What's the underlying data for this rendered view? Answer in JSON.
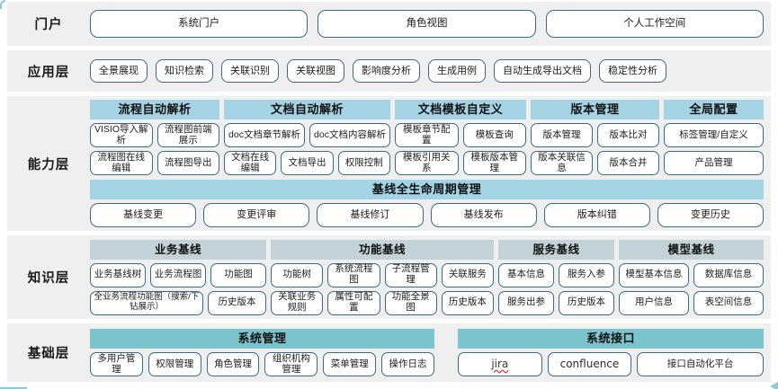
{
  "layers": {
    "portal": {
      "label": "门户",
      "items": [
        "系统门户",
        "角色视图",
        "个人工作空间"
      ]
    },
    "application": {
      "label": "应用层",
      "items": [
        "全景展现",
        "知识检索",
        "关联识别",
        "关联视图",
        "影响度分析",
        "生成用例",
        "自动生成导出文档",
        "稳定性分析"
      ]
    },
    "capability": {
      "label": "能力层",
      "groups": [
        {
          "title": "流程自动解析",
          "rows": [
            [
              "VISIO导入解析",
              "流程图前端展示"
            ],
            [
              "流程图在线编辑",
              "流程图导出"
            ]
          ]
        },
        {
          "title": "文档自动解析",
          "rows": [
            [
              "doc文档章节解析",
              "doc文档内容解析"
            ],
            [
              "文档在线编辑",
              "文档导出",
              "权限控制"
            ]
          ]
        },
        {
          "title": "文档模板自定义",
          "rows": [
            [
              "模板章节配置",
              "模板查询"
            ],
            [
              "模板引用关系",
              "模板版本管理"
            ]
          ]
        },
        {
          "title": "版本管理",
          "rows": [
            [
              "版本管理",
              "版本比对"
            ],
            [
              "版本关联信息",
              "版本合并"
            ]
          ]
        },
        {
          "title": "全局配置",
          "rows": [
            [
              "标签管理/自定义"
            ],
            [
              "产品管理"
            ]
          ]
        }
      ],
      "baseline": {
        "title": "基线全生命周期管理",
        "items": [
          "基线变更",
          "变更评审",
          "基线修订",
          "基线发布",
          "版本纠错",
          "变更历史"
        ]
      }
    },
    "knowledge": {
      "label": "知识层",
      "groups": [
        {
          "title": "业务基线",
          "rows": [
            [
              "业务基线树",
              "业务流程图",
              "功能图"
            ],
            [
              "全业务流程功能图（搜索/下钻展示）",
              "历史版本"
            ]
          ]
        },
        {
          "title": "功能基线",
          "rows": [
            [
              "功能树",
              "系统流程图",
              "子流程管理",
              "关联服务"
            ],
            [
              "关联业务规则",
              "属性可配置",
              "功能全景图",
              "历史版本"
            ]
          ]
        },
        {
          "title": "服务基线",
          "rows": [
            [
              "基本信息",
              "服务入参"
            ],
            [
              "服务出参",
              "历史版本"
            ]
          ]
        },
        {
          "title": "模型基线",
          "rows": [
            [
              "模型基本信息",
              "数据库信息"
            ],
            [
              "用户信息",
              "表空间信息"
            ]
          ]
        }
      ]
    },
    "foundation": {
      "label": "基础层",
      "groups": [
        {
          "title": "系统管理",
          "items": [
            "多用户管理",
            "权限管理",
            "角色管理",
            "组织机构管理",
            "菜单管理",
            "操作日志"
          ]
        },
        {
          "title": "系统接口",
          "items": [
            "jira",
            "confluence",
            "接口自动化平台"
          ]
        }
      ]
    }
  },
  "colors": {
    "band_bg": "#efefef",
    "pill_border": "#3b6a86",
    "capability_header": "#a4d3e4",
    "knowledge_header": "#c3d2d6",
    "foundation_header": "#7cc4cd",
    "page_bg": "#ffffff"
  }
}
